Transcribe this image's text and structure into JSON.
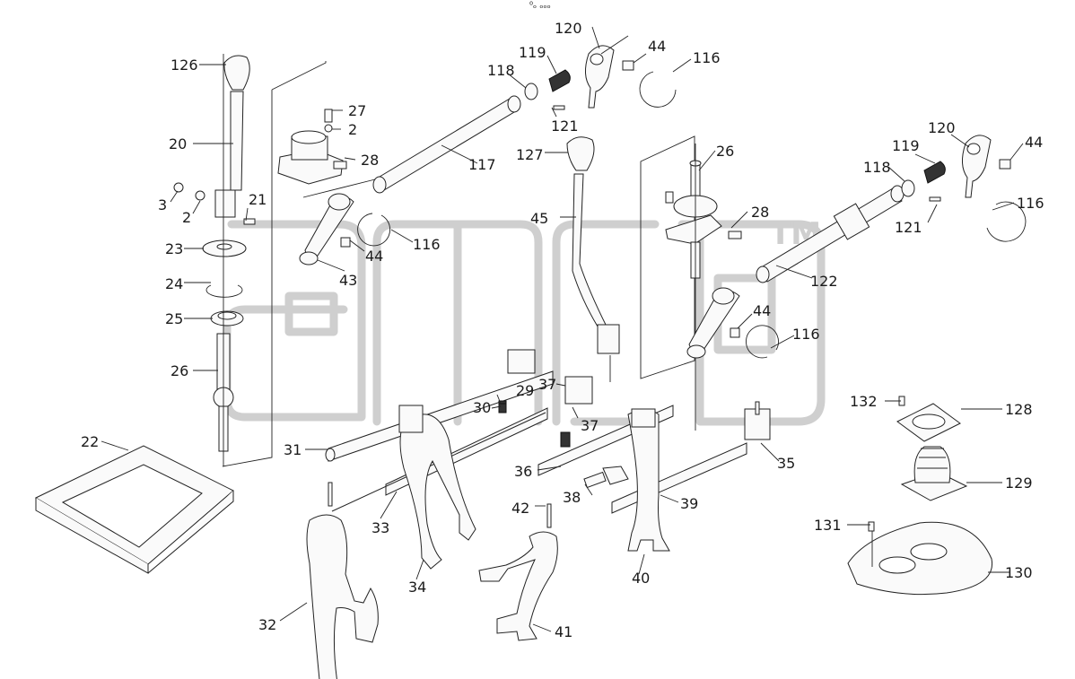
{
  "header": {
    "marker": "⁰ₒ ₒₒₒ"
  },
  "watermark": {
    "text": "TM"
  },
  "part_labels": {
    "p126": "126",
    "p20": "20",
    "p3": "3",
    "p2a": "2",
    "p21": "21",
    "p23": "23",
    "p24": "24",
    "p25": "25",
    "p26a": "26",
    "p27": "27",
    "p2b": "2",
    "p28a": "28",
    "p117": "117",
    "p43": "43",
    "p44a": "44",
    "p116a": "116",
    "p118a": "118",
    "p119a": "119",
    "p120a": "120",
    "p44b": "44",
    "p116b": "116",
    "p121a": "121",
    "p127": "127",
    "p45": "45",
    "p26b": "26",
    "p28b": "28",
    "p120b": "120",
    "p119b": "119",
    "p118b": "118",
    "p44c": "44",
    "p116c": "116",
    "p121b": "121",
    "p122": "122",
    "p44d": "44",
    "p116d": "116",
    "p22": "22",
    "p31": "31",
    "p29": "29",
    "p30": "30",
    "p37a": "37",
    "p37b": "37",
    "p36": "36",
    "p38": "38",
    "p39": "39",
    "p35": "35",
    "p33": "33",
    "p34": "34",
    "p32": "32",
    "p42": "42",
    "p40": "40",
    "p41": "41",
    "p132": "132",
    "p128": "128",
    "p129": "129",
    "p131": "131",
    "p130": "130"
  },
  "colors": {
    "line": "#222222",
    "watermark": "#cfcfcf",
    "background": "#ffffff"
  }
}
